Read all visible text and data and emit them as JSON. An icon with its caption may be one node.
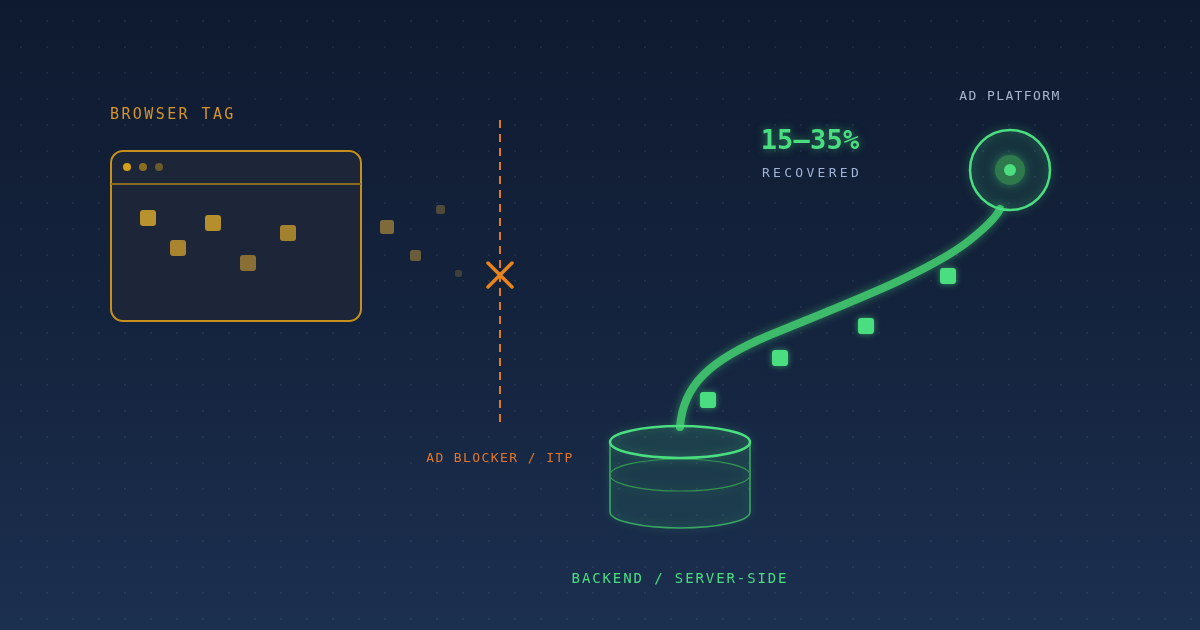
{
  "diagram": {
    "nodes": [
      {
        "text": [
          "BROWSER TAG"
        ]
      },
      {
        "text": [
          "BACKEND / SERVER-SIDE"
        ]
      },
      {
        "text": [
          "AD PLATFORM"
        ]
      }
    ],
    "edges": [
      {
        "from": 1,
        "to": 2,
        "arrow": "none"
      }
    ],
    "labels": [
      "15–35%",
      "RECOVERED",
      "AD BLOCKER / ITP"
    ]
  }
}
